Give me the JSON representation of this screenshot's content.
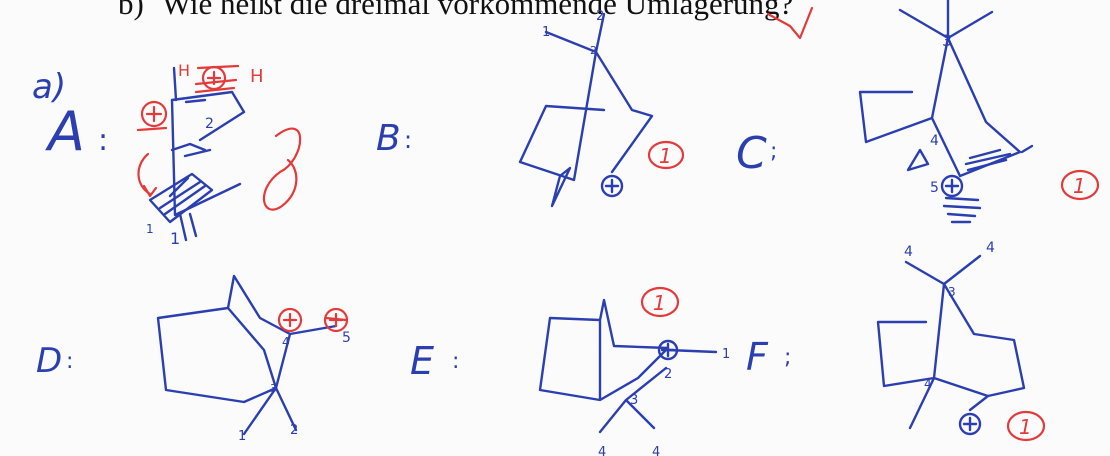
{
  "heading": {
    "number": "b)",
    "text": "Wie heißt die dreimal vorkommende Umlagerung?"
  },
  "part_label": "a)",
  "structures": [
    {
      "label": "A",
      "numbers": [
        "H",
        "1",
        "2",
        "1"
      ],
      "grade_mark": "H"
    },
    {
      "label": "B",
      "numbers": [
        "1",
        "2",
        "2"
      ],
      "grade": "1"
    },
    {
      "label": "C",
      "numbers": [
        "3",
        "4",
        "5"
      ],
      "grade": "1"
    },
    {
      "label": "D",
      "numbers": [
        "4",
        "5",
        "1",
        "2"
      ]
    },
    {
      "label": "E",
      "numbers": [
        "2",
        "3",
        "1",
        "4",
        "4"
      ],
      "grade": "1"
    },
    {
      "label": "F",
      "numbers": [
        "4",
        "4",
        "3",
        "4"
      ],
      "grade": "1"
    }
  ],
  "colors": {
    "ink": "#2b3fb0",
    "correction": "#e43a3a"
  }
}
